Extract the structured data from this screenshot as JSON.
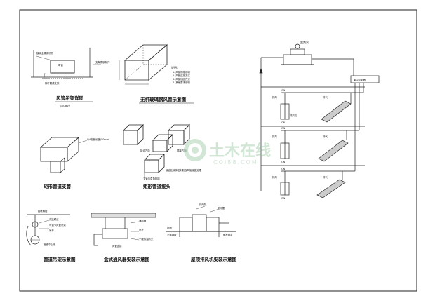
{
  "drawing": {
    "detail_1": {
      "caption": "风管吊架详图",
      "subcaption": "详IGB29",
      "labels": [
        "镀锌全螺纹吊杆",
        "风 管",
        "钢杆制成支架",
        "支架角钢制作"
      ]
    },
    "detail_2": {
      "caption": "无机玻璃钢风管示意图",
      "notes_title": "说明:",
      "notes": [
        "1. 风管规格说明",
        "2. 风管连接方式",
        "3. 风管加固方式",
        "4. 其他要求说明"
      ]
    },
    "detail_3": {
      "caption": "矩形管道支管",
      "labels": [
        "L/4支管长度(50mm)"
      ]
    },
    "detail_4": {
      "caption": "矩形管道接头",
      "labels": [
        "接合方向",
        "插接方向",
        "立管与直角相接",
        "接合处涂抹密封胶及风管接缝处理"
      ]
    },
    "detail_5": {
      "caption": "管道吊架示意图",
      "labels": [
        "膨胀螺栓",
        "花篮螺丝",
        "可调节风管吊架",
        "吊杆",
        "管道中心线"
      ]
    },
    "detail_6": {
      "caption": "盒式通风器安装示意图",
      "labels": [
        "通风器",
        "吊杆",
        "一级保温防火",
        "风管连接"
      ]
    },
    "detail_7": {
      "caption": "屋顶排风机安装示意图",
      "labels": [
        "排风机",
        "防雨罩",
        "屋面",
        "不锈钢板",
        "螺栓固定"
      ]
    },
    "system": {
      "top_label": "变频泵",
      "controller_label": "集中控制器",
      "floors": [
        {
          "left_tag": "排风",
          "room_label": "排风机",
          "right_tag": "排气",
          "valve_top": "ON",
          "valve_bottom": "ON"
        },
        {
          "left_tag": "排风",
          "room_label": "",
          "right_tag": "排气",
          "valve_top": "ON",
          "valve_bottom": "ON"
        },
        {
          "left_tag": "排风",
          "room_label": "",
          "right_tag": "排气",
          "valve_top": "ON",
          "valve_bottom": "ON"
        }
      ]
    },
    "watermark": {
      "cn": "土木在线",
      "en": "COI88.COM"
    }
  }
}
